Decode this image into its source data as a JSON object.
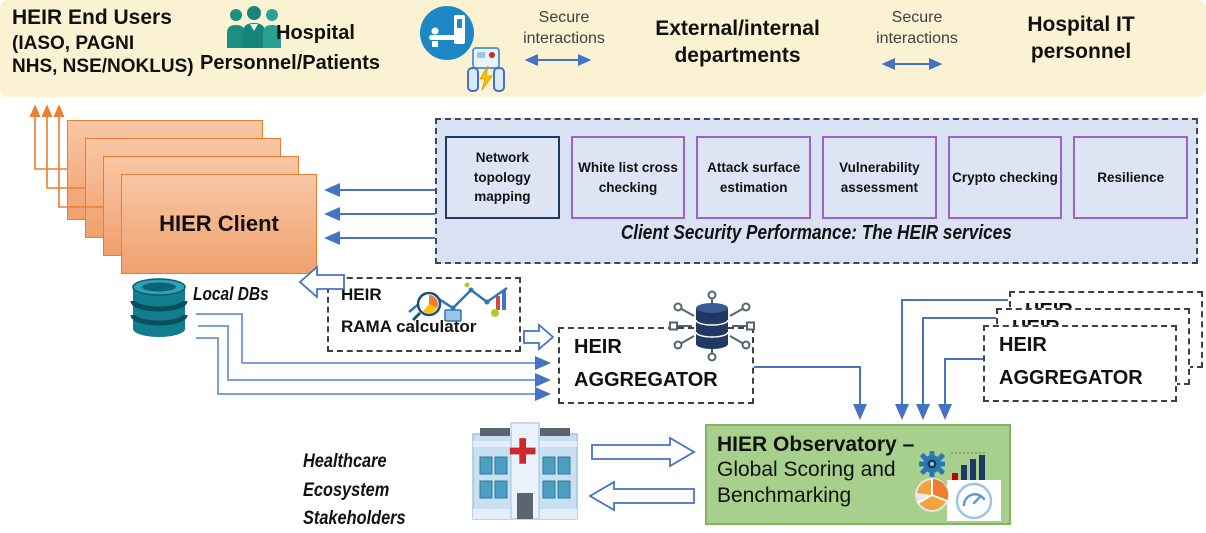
{
  "colors": {
    "banner_bg": "#fbf1d3",
    "client_fill": "#f5b183",
    "client_border": "#e87e31",
    "services_panel_bg": "#d9e2f3",
    "service_border_primary": "#1f3864",
    "service_border_secondary": "#9a63c9",
    "arrow_blue": "#4472c4",
    "arrow_light_blue": "#7d9ed8",
    "arrow_orange": "#ed7d31",
    "observatory_fill": "#a8d08d",
    "observatory_border": "#84b366",
    "db_teal": "#127c90"
  },
  "icons": [
    "medical-team-icon",
    "mri-scanner-icon",
    "defibrillator-icon",
    "database-icon",
    "analytics-icon",
    "network-database-icon",
    "gear-icon",
    "bar-chart-icon",
    "pie-chart-icon",
    "gauge-icon",
    "hospital-building-icon"
  ],
  "banner": {
    "end_users_title": "HEIR End Users",
    "end_users_sub1": "(IASO, PAGNI",
    "end_users_sub2": "NHS, NSE/NOKLUS)",
    "hospital_personnel": "Hospital Personnel/Patients",
    "secure_interactions_left": "Secure interactions",
    "departments": "External/internal departments",
    "secure_interactions_right": "Secure interactions",
    "hospital_it": "Hospital IT personnel"
  },
  "client": {
    "label": "HIER Client"
  },
  "services": {
    "items": [
      "Network topology mapping",
      "White list cross checking",
      "Attack surface estimation",
      "Vulnerability assessment",
      "Crypto checking",
      "Resilience"
    ],
    "caption": "Client Security Performance: The HEIR services"
  },
  "local_dbs_label": "Local DBs",
  "rama": {
    "line1": "HEIR",
    "line2": "RAMA calculator"
  },
  "aggregator": {
    "line1": "HEIR",
    "line2": "AGGREGATOR"
  },
  "observatory": {
    "title": "HIER Observatory –",
    "subtitle": "Global Scoring and Benchmarking"
  },
  "stakeholders_label": "Healthcare Ecosystem Stakeholders"
}
